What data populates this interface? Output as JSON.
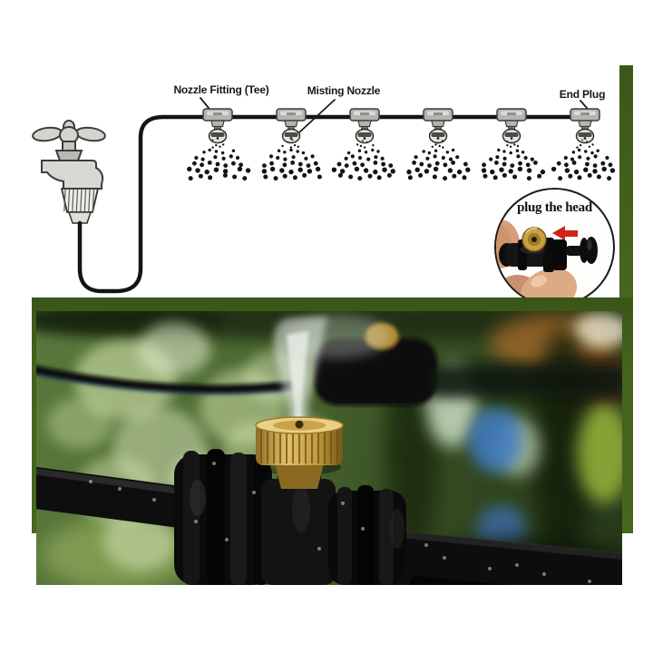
{
  "page": {
    "background": "#ffffff"
  },
  "diagram": {
    "labels": {
      "nozzle_fitting": "Nozzle Fitting (Tee)",
      "misting_nozzle": "Misting Nozzle",
      "end_plug": "End Plug"
    },
    "nozzle_count": 6,
    "inset": {
      "caption": "plug the head"
    }
  },
  "colors": {
    "band_green": "#42601d",
    "tube_black": "#141414",
    "fitting_gray": "#b4b4b0",
    "brass": "#c9a23c",
    "arrow_red": "#cf2418"
  }
}
